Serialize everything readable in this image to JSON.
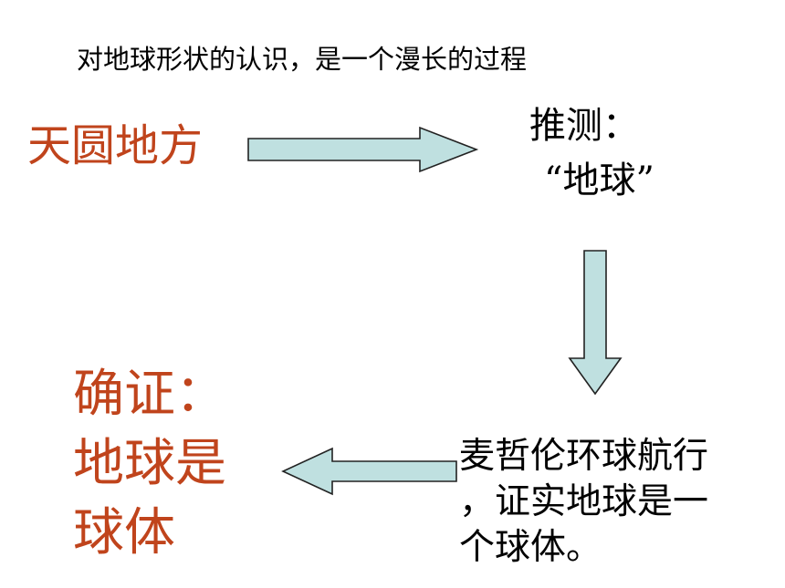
{
  "slide": {
    "subtitle": "对地球形状的认识，是一个漫长的过程",
    "stage1": "天圆地方",
    "stage2": {
      "line1": "推测：",
      "line2": "“地球”"
    },
    "stage3": {
      "line1": "麦哲伦环球航行",
      "line2": "，证实地球是一",
      "line3": "个球体。"
    },
    "stage4": {
      "line1": "确证：",
      "line2": "地球是",
      "line3": "球体"
    }
  },
  "colors": {
    "accent_text": "#c0441c",
    "arrow_fill": "#bfe0e0",
    "arrow_stroke": "#222222"
  }
}
